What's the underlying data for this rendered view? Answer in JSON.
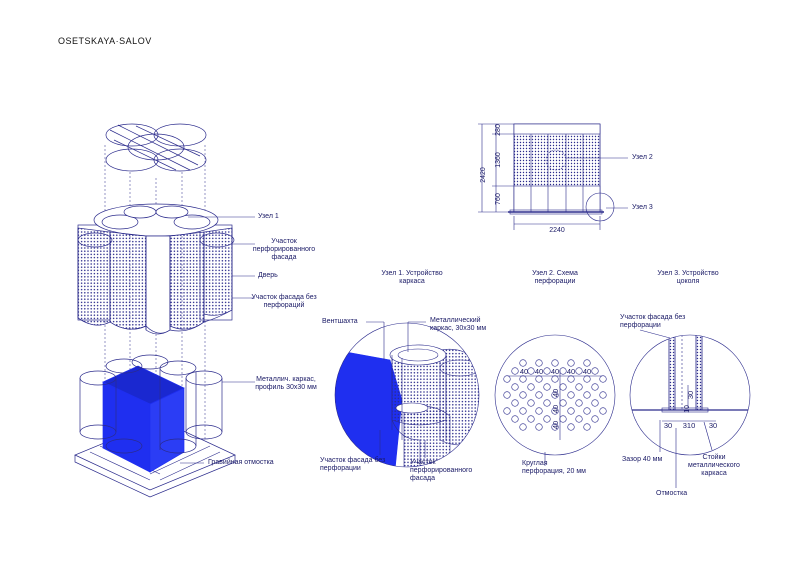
{
  "brand": "OSETSKAYA·SALOV",
  "colors": {
    "ink": "#1a1a66",
    "accent": "#1f2ff0",
    "line": "#2b2b8c"
  },
  "axon": {
    "node1": "Узел 1",
    "perforated": "Участок\nперфорированного\nфасада",
    "door": "Дверь",
    "solid": "Участок фасада без\nперфораций",
    "frame": "Металлич. каркас,\nпрофиль 30х30 мм",
    "gravel": "Гравийная отмостка"
  },
  "elevation": {
    "dim_total": "2420",
    "dim_top": "280",
    "dim_mid": "1360",
    "dim_bottom": "760",
    "dim_width": "2240",
    "node2": "Узел 2",
    "node3": "Узел 3"
  },
  "details": {
    "n1": {
      "title": "Узел 1. Устройство\nкаркаса",
      "vent": "Вентшахта",
      "frame": "Металлический\nкаркас, 30х30 мм",
      "solid": "Участок фасада без\nперфорации",
      "perforated": "Участок\nперфорированного\nфасада"
    },
    "n2": {
      "title": "Узел 2. Схема\nперфорации",
      "h1": "40",
      "h2": "40",
      "h3": "40",
      "h4": "40",
      "h5": "40",
      "v1": "40",
      "v2": "40",
      "v3": "40",
      "hole": "Круглая\nперфорация, 20 мм"
    },
    "n3": {
      "title": "Узел 3. Устройство\nцоколя",
      "facade": "Участок фасада без\nперфорации",
      "d30v": "30",
      "d10": "10",
      "d30a": "30",
      "d310": "310",
      "d30b": "30",
      "gap": "Зазор 40 мм",
      "posts": "Стойки\nметаллического\nкаркаса",
      "otm": "Отмостка"
    }
  }
}
